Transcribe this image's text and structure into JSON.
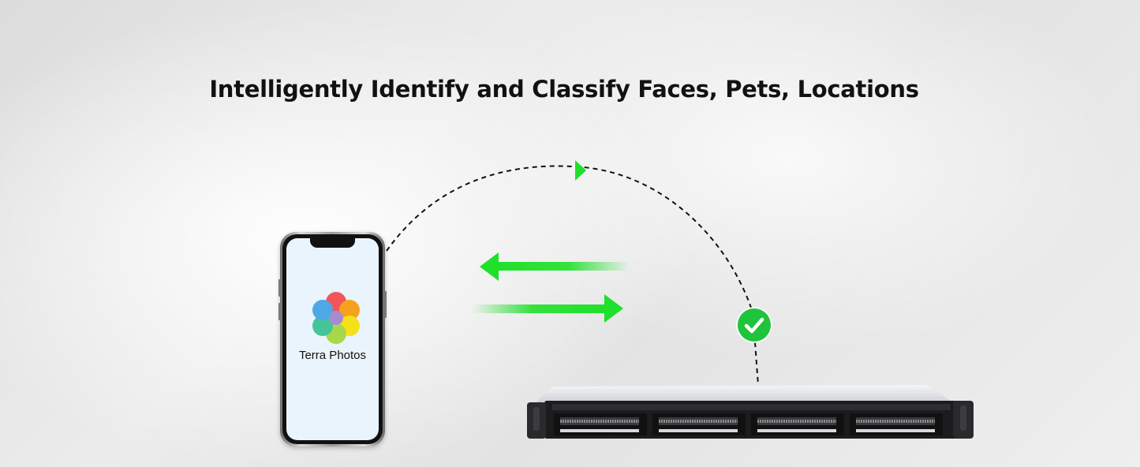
{
  "headline": "Intelligently Identify and Classify Faces, Pets, Locations",
  "phone": {
    "app_name": "Terra Photos",
    "app_icon": "flower-photos-icon"
  },
  "device": {
    "type": "rackmount-nas",
    "bays": 4
  },
  "colors": {
    "accent_green": "#1fc43a",
    "arrow_green": "#1fe02a",
    "text": "#111111"
  }
}
